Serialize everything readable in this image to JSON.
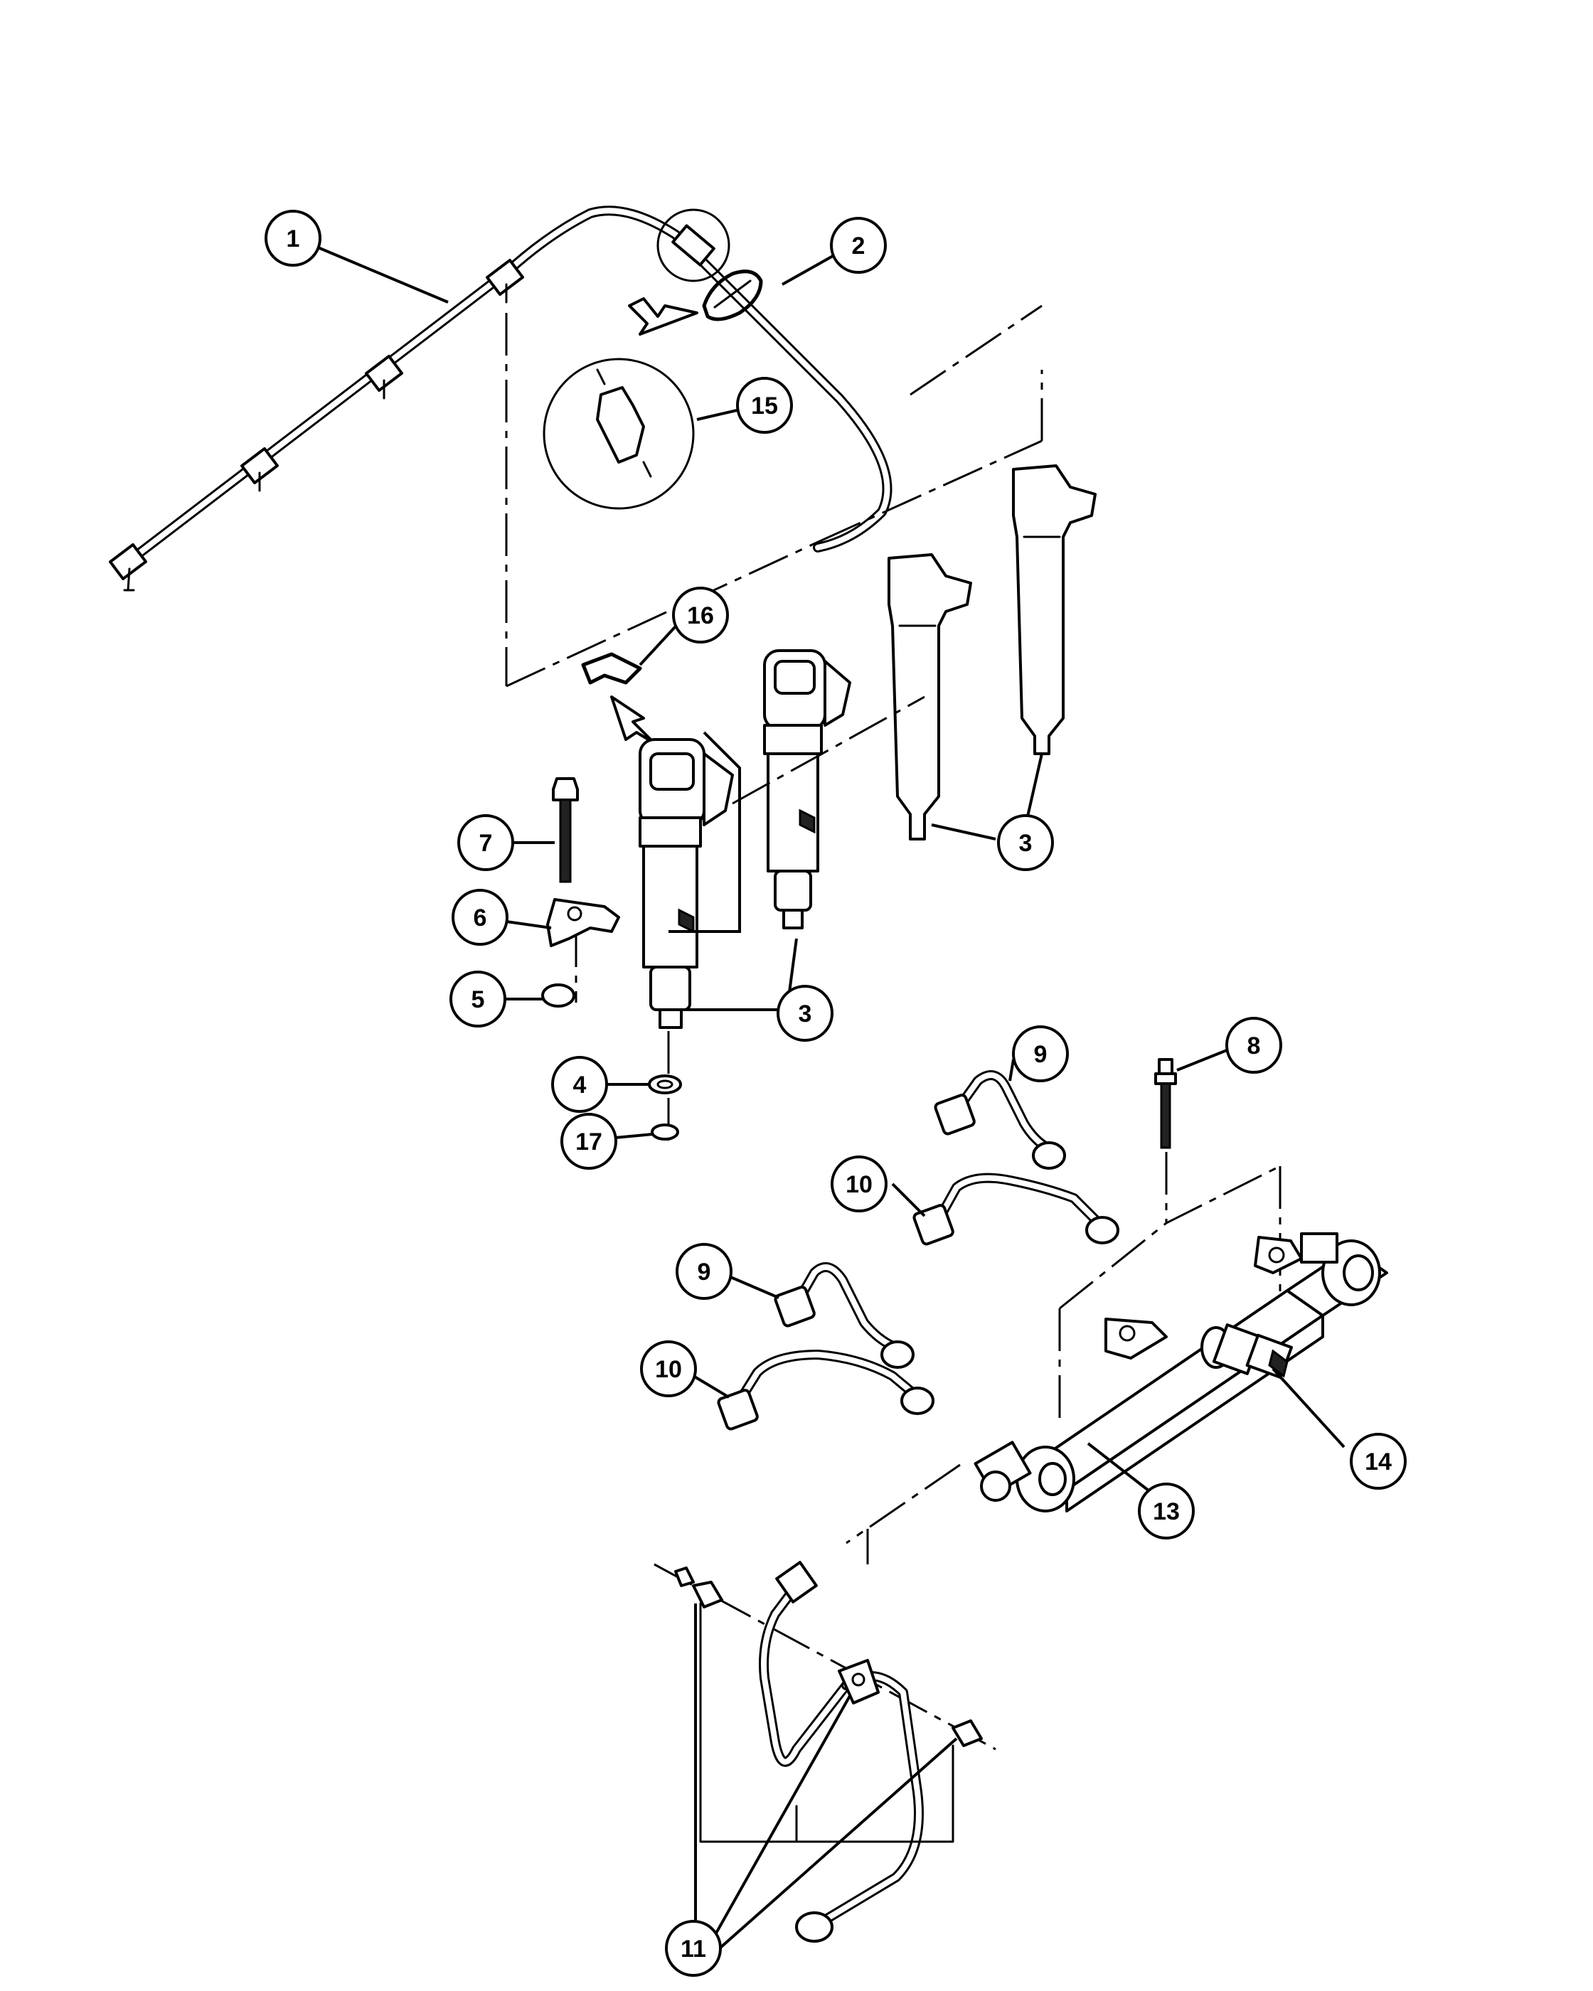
{
  "callouts": {
    "c1": "1",
    "c2": "2",
    "c3a": "3",
    "c3b": "3",
    "c4": "4",
    "c5": "5",
    "c6": "6",
    "c7": "7",
    "c8": "8",
    "c9a": "9",
    "c9b": "9",
    "c10a": "10",
    "c10b": "10",
    "c11": "11",
    "c13": "13",
    "c14": "14",
    "c15": "15",
    "c16": "16",
    "c17": "17"
  },
  "colors": {
    "line": "#000000",
    "background": "#ffffff"
  }
}
